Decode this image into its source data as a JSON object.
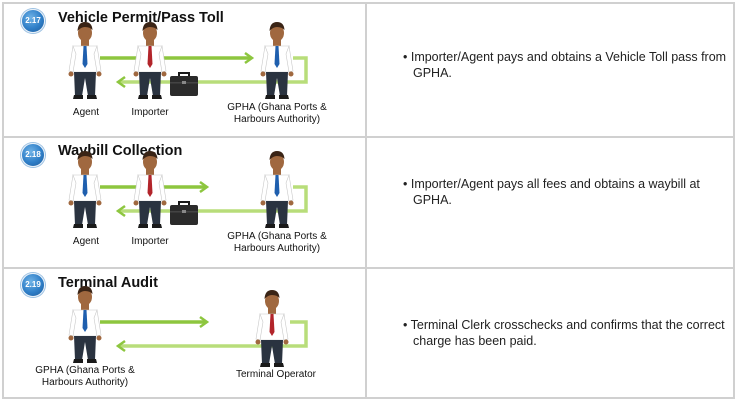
{
  "steps": [
    {
      "number": "2.17",
      "title": "Vehicle Permit/Pass Toll",
      "description": "• Importer/Agent pays and obtains a Vehicle Toll pass from GPHA.",
      "labels": {
        "agent": "Agent",
        "importer": "Importer",
        "gpha_line1": "GPHA (Ghana Ports &",
        "gpha_line2": "Harbours Authority)"
      }
    },
    {
      "number": "2.18",
      "title": "Waybill Collection",
      "description": "• Importer/Agent pays all fees and obtains a waybill at GPHA.",
      "labels": {
        "agent": "Agent",
        "importer": "Importer",
        "gpha_line1": "GPHA (Ghana Ports &",
        "gpha_line2": "Harbours Authority)"
      }
    },
    {
      "number": "2.19",
      "title": "Terminal Audit",
      "description": "• Terminal Clerk crosschecks and confirms that the correct charge has been paid.",
      "labels": {
        "gpha_line1": "GPHA (Ghana Ports &",
        "gpha_line2": "Harbours Authority)",
        "operator": "Terminal Operator"
      }
    }
  ],
  "colors": {
    "arrow": "#8dc63f",
    "badge": "#2f7fc8",
    "grid": "#d0d0d0",
    "skin": "#a0683f",
    "hair": "#3a2416",
    "shirt": "#ffffff",
    "tie_blue": "#1f5fae",
    "tie_red": "#b2242a",
    "pants": "#2a3340"
  }
}
